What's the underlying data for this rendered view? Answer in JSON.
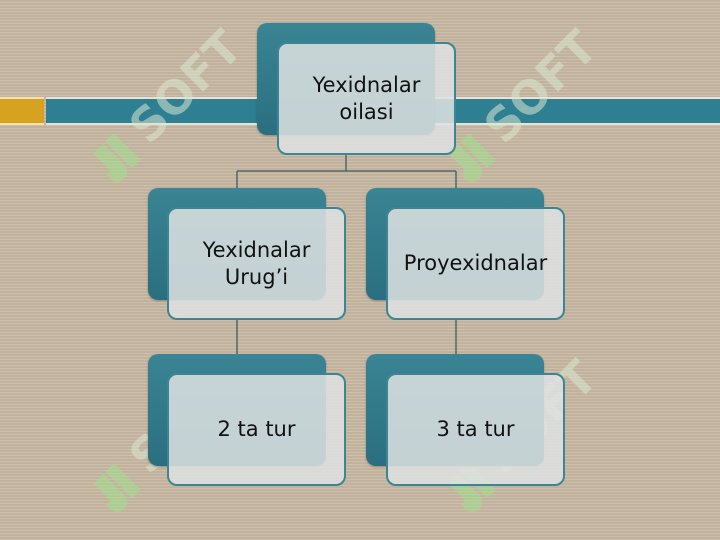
{
  "diagram": {
    "root": {
      "label": "Yexidnalar oilasi"
    },
    "children": [
      {
        "label": "Yexidnalar Urug’i",
        "child": {
          "label": "2 ta tur"
        }
      },
      {
        "label": "Proyexidnalar",
        "child": {
          "label": "3 ta tur"
        }
      }
    ]
  },
  "watermark": {
    "text": "SOFT",
    "color": "#9fe08c"
  },
  "colors": {
    "background": "#c8b8a3",
    "node_back": "#2f7787",
    "node_front": "#dde2e2",
    "stripe_gold": "#d7a21f",
    "stripe_teal": "#2e7f92",
    "connector": "#3f5a5f"
  }
}
